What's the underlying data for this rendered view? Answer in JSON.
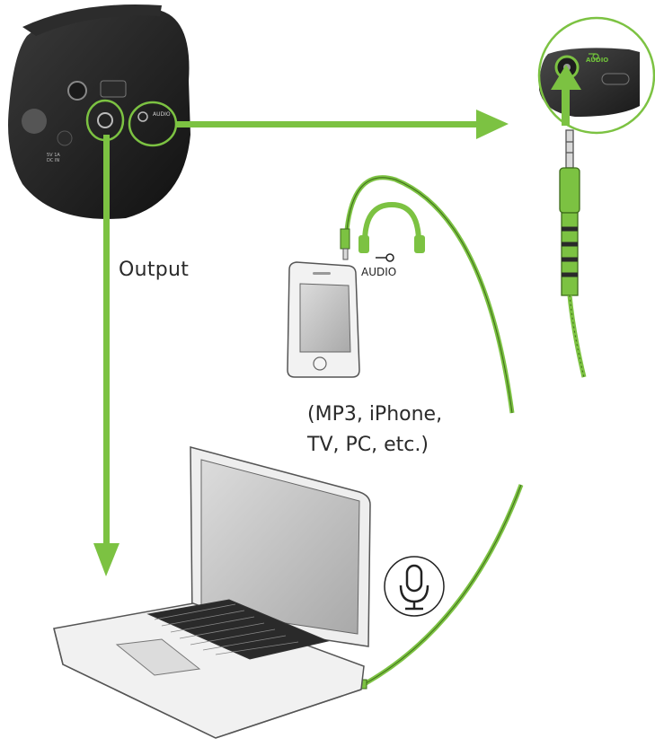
{
  "labels": {
    "output": "Output",
    "devices": "(MP3, iPhone,\nTV, PC, etc.)",
    "audio_phone": "AUDIO",
    "audio_speaker": "AUDIO",
    "audio_port": "AUDIO",
    "usb_port": "5V 1A\nDC IN"
  },
  "colors": {
    "accent_green": "#7cc242",
    "device_dark": "#1f1f1f",
    "outline": "#555555"
  },
  "icons": [
    "headphones-icon",
    "microphone-icon",
    "audio-jack-icon"
  ]
}
